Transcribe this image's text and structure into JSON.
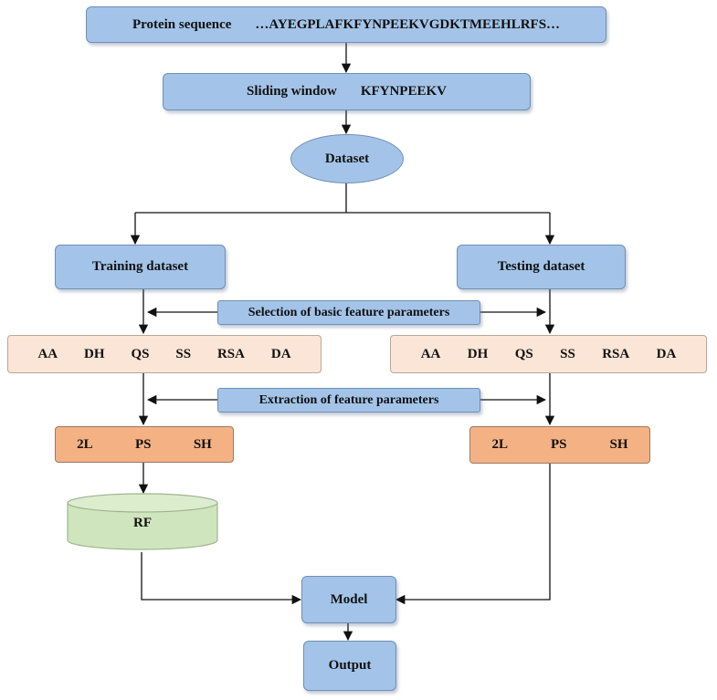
{
  "nodes": {
    "sequence": {
      "label": "Protein sequence",
      "value": "…AYEGPLAFKFYNPEEKVGDKTMEEHLRFS…"
    },
    "window": {
      "label": "Sliding window",
      "value": "KFYNPEEKV"
    },
    "dataset": "Dataset",
    "training": "Training dataset",
    "testing": "Testing dataset",
    "selection": "Selection of basic feature parameters",
    "extraction": "Extraction of feature parameters",
    "basic_features": [
      "AA",
      "DH",
      "QS",
      "SS",
      "RSA",
      "DA"
    ],
    "extracted_features": [
      "2L",
      "PS",
      "SH"
    ],
    "rf": "RF",
    "model": "Model",
    "output": "Output"
  },
  "colors": {
    "blue_box": "#a3c4e8",
    "pink_box": "#fbe5d6",
    "orange_box": "#f4b183",
    "green_cylinder": "#cfe5bd"
  }
}
